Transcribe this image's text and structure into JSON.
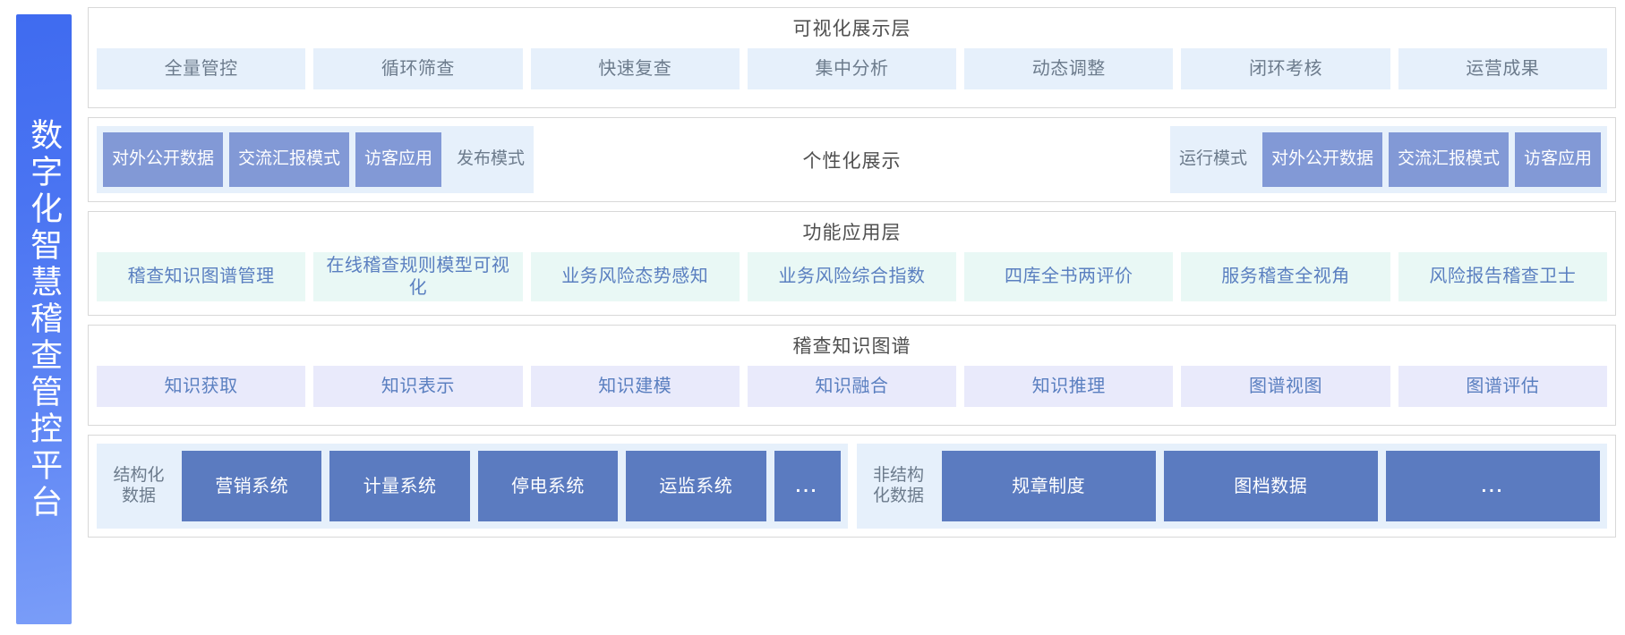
{
  "brand": {
    "title": "数字化智慧稽查管控平台",
    "gradient_from": "#3f6bf0",
    "gradient_to": "#7a9df8"
  },
  "layers": [
    {
      "id": "visualization",
      "title": "可视化展示层",
      "chip_color": "#e6f0fb",
      "chip_text_color": "#6c7b8c",
      "items": [
        "全量管控",
        "循环筛查",
        "快速复查",
        "集中分析",
        "动态调整",
        "闭环考核",
        "运营成果"
      ]
    },
    {
      "id": "personalized-display",
      "center_label": "个性化展示",
      "group_bg": "#e6f0fb",
      "solid_color": "#8299d6",
      "left_group": [
        {
          "label": "对外公开数据",
          "style": "solid"
        },
        {
          "label": "交流汇报模式",
          "style": "solid"
        },
        {
          "label": "访客应用",
          "style": "solid"
        },
        {
          "label": "发布模式",
          "style": "ghost"
        }
      ],
      "right_group": [
        {
          "label": "运行模式",
          "style": "ghost"
        },
        {
          "label": "对外公开数据",
          "style": "solid"
        },
        {
          "label": "交流汇报模式",
          "style": "solid"
        },
        {
          "label": "访客应用",
          "style": "solid"
        }
      ]
    },
    {
      "id": "functional-application",
      "title": "功能应用层",
      "chip_color": "#e9f8f5",
      "chip_text_color": "#5a7fc0",
      "items": [
        "稽查知识图谱管理",
        "在线稽查规则模型可视化",
        "业务风险态势感知",
        "业务风险综合指数",
        "四库全书两评价",
        "服务稽查全视角",
        "风险报告稽查卫士"
      ]
    },
    {
      "id": "knowledge-graph",
      "title": "稽查知识图谱",
      "chip_color": "#e9eafb",
      "chip_text_color": "#5a7fc0",
      "items": [
        "知识获取",
        "知识表示",
        "知识建模",
        "知识融合",
        "知识推理",
        "图谱视图",
        "图谱评估"
      ]
    },
    {
      "id": "data-sources",
      "group_bg": "#e6f0fb",
      "chip_color": "#5b7bc0",
      "groups": [
        {
          "label": "结构化数据",
          "items": [
            "营销系统",
            "计量系统",
            "停电系统",
            "运监系统",
            "..."
          ]
        },
        {
          "label": "非结构化数据",
          "items": [
            "规章制度",
            "图档数据",
            "..."
          ]
        }
      ]
    }
  ]
}
